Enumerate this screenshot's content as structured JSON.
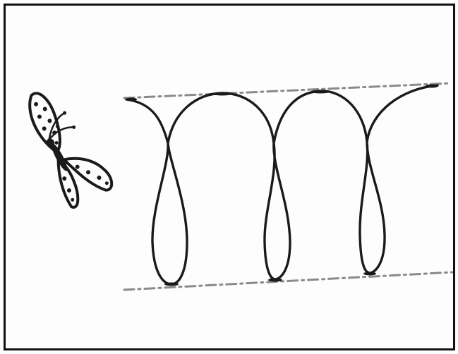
{
  "colors": {
    "ink": "#1a1a1a",
    "guide_line": "#8a8a8a",
    "background": "#fdfdfd",
    "border": "#111111"
  },
  "figure": {
    "subject": "butterfly",
    "path_shape": "looping-spiral",
    "loop_count": 3,
    "guide_lines": 2
  }
}
